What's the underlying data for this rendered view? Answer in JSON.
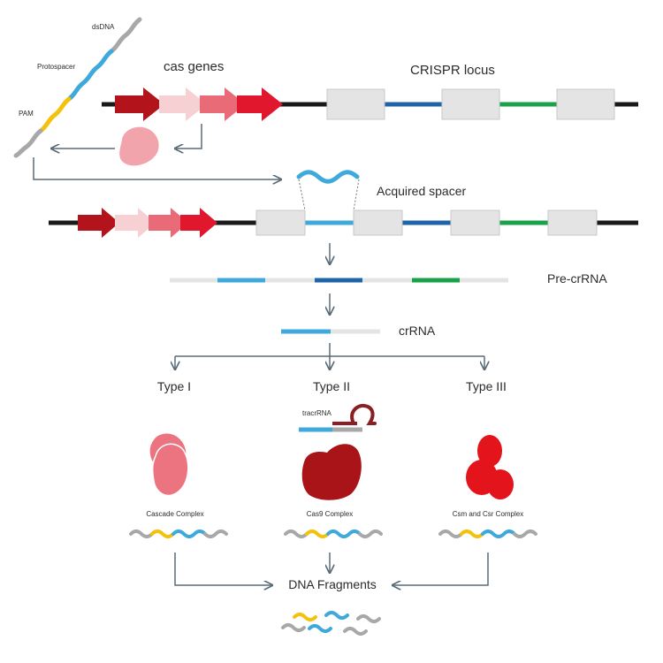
{
  "labels": {
    "dsdna": "dsDNA",
    "protospacer": "Protospacer",
    "pam": "PAM",
    "cas_genes": "cas genes",
    "crispr_locus": "CRISPR locus",
    "acquired_spacer": "Acquired spacer",
    "pre_crrna": "Pre-crRNA",
    "crrna": "crRNA",
    "type_1": "Type I",
    "type_2": "Type II",
    "type_3": "Type III",
    "tracrrna": "tracrRNA",
    "cascade_complex": "Cascade Complex",
    "cas9_complex": "Cas9 Complex",
    "csm_csr_complex": "Csm and Csr Complex",
    "dna_fragments": "DNA Fragments"
  },
  "colors": {
    "dna_gray": "#a8a8a8",
    "dna_black": "#1a1a1a",
    "spacer_light_blue": "#3fa9dc",
    "spacer_dark_blue": "#1f63a8",
    "spacer_green": "#1aa24a",
    "pam_yellow": "#f4c20d",
    "repeat_box": "#e4e4e4",
    "arrow_dark_red": "#b3141b",
    "arrow_pale_pink": "#f7d0d4",
    "arrow_pink": "#ea6b78",
    "arrow_red": "#e1172e",
    "cascade_pink": "#ec7480",
    "cas9_dark_red": "#a81418",
    "csm_red": "#e3141c",
    "connector": "#5a6b78"
  }
}
